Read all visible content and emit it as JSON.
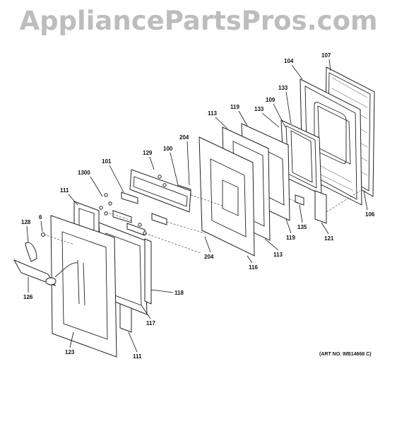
{
  "watermark": "AppliancePartsPros.com",
  "art_number": "(ART NO. WB14668 C)",
  "labels": {
    "l107": "107",
    "l104": "104",
    "l133a": "133",
    "l109": "109",
    "l133b": "133",
    "l119a": "119",
    "l113a": "113",
    "l204a": "204",
    "l129": "129",
    "l100": "100",
    "l101": "101",
    "l1300": "1300",
    "l111a": "111",
    "l6": "6",
    "l128": "128",
    "l126": "126",
    "l123": "123",
    "l111b": "111",
    "l117": "117",
    "l118": "118",
    "l204b": "204",
    "l116": "116",
    "l113b": "113",
    "l119b": "119",
    "l135": "135",
    "l121": "121",
    "l106": "106"
  }
}
